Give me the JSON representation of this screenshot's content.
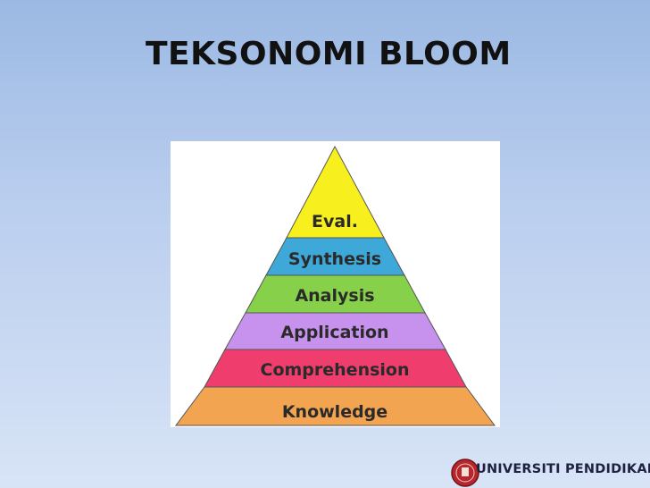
{
  "slide": {
    "title": "TEKSONOMI BLOOM"
  },
  "pyramid": {
    "levels": [
      {
        "label": "Eval.",
        "color": "#f7ef1e"
      },
      {
        "label": "Synthesis",
        "color": "#3ea8d8"
      },
      {
        "label": "Analysis",
        "color": "#86d04a"
      },
      {
        "label": "Application",
        "color": "#c792ee"
      },
      {
        "label": "Comprehension",
        "color": "#ef3e6e"
      },
      {
        "label": "Knowledge",
        "color": "#f3a451"
      }
    ]
  },
  "footer": {
    "text": "UNIVERSITI PENDIDIKAN SULTAN IDRIS",
    "logo_color": "#b8262c",
    "logo_name": "university-seal-logo"
  }
}
